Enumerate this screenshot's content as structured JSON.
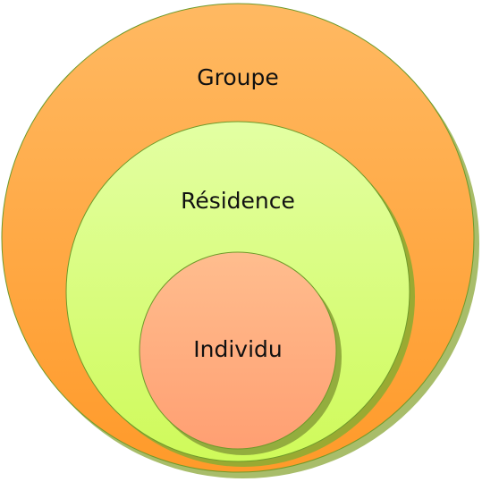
{
  "diagram": {
    "type": "nested-circles",
    "levels": [
      {
        "label": "Groupe",
        "color_top": "#ffb962",
        "color_bottom": "#ff9a2a",
        "stroke": "#6e9a2a",
        "shadow": "#a8bd6a"
      },
      {
        "label": "Résidence",
        "color_top": "#e3ffa3",
        "color_bottom": "#cffa5a",
        "stroke": "#6e9a2a",
        "shadow": "#9aaa32"
      },
      {
        "label": "Individu",
        "color_top": "#ffbd8e",
        "color_bottom": "#ff9f72",
        "stroke": "#6e9a2a",
        "shadow": "#93ad3e"
      }
    ]
  }
}
